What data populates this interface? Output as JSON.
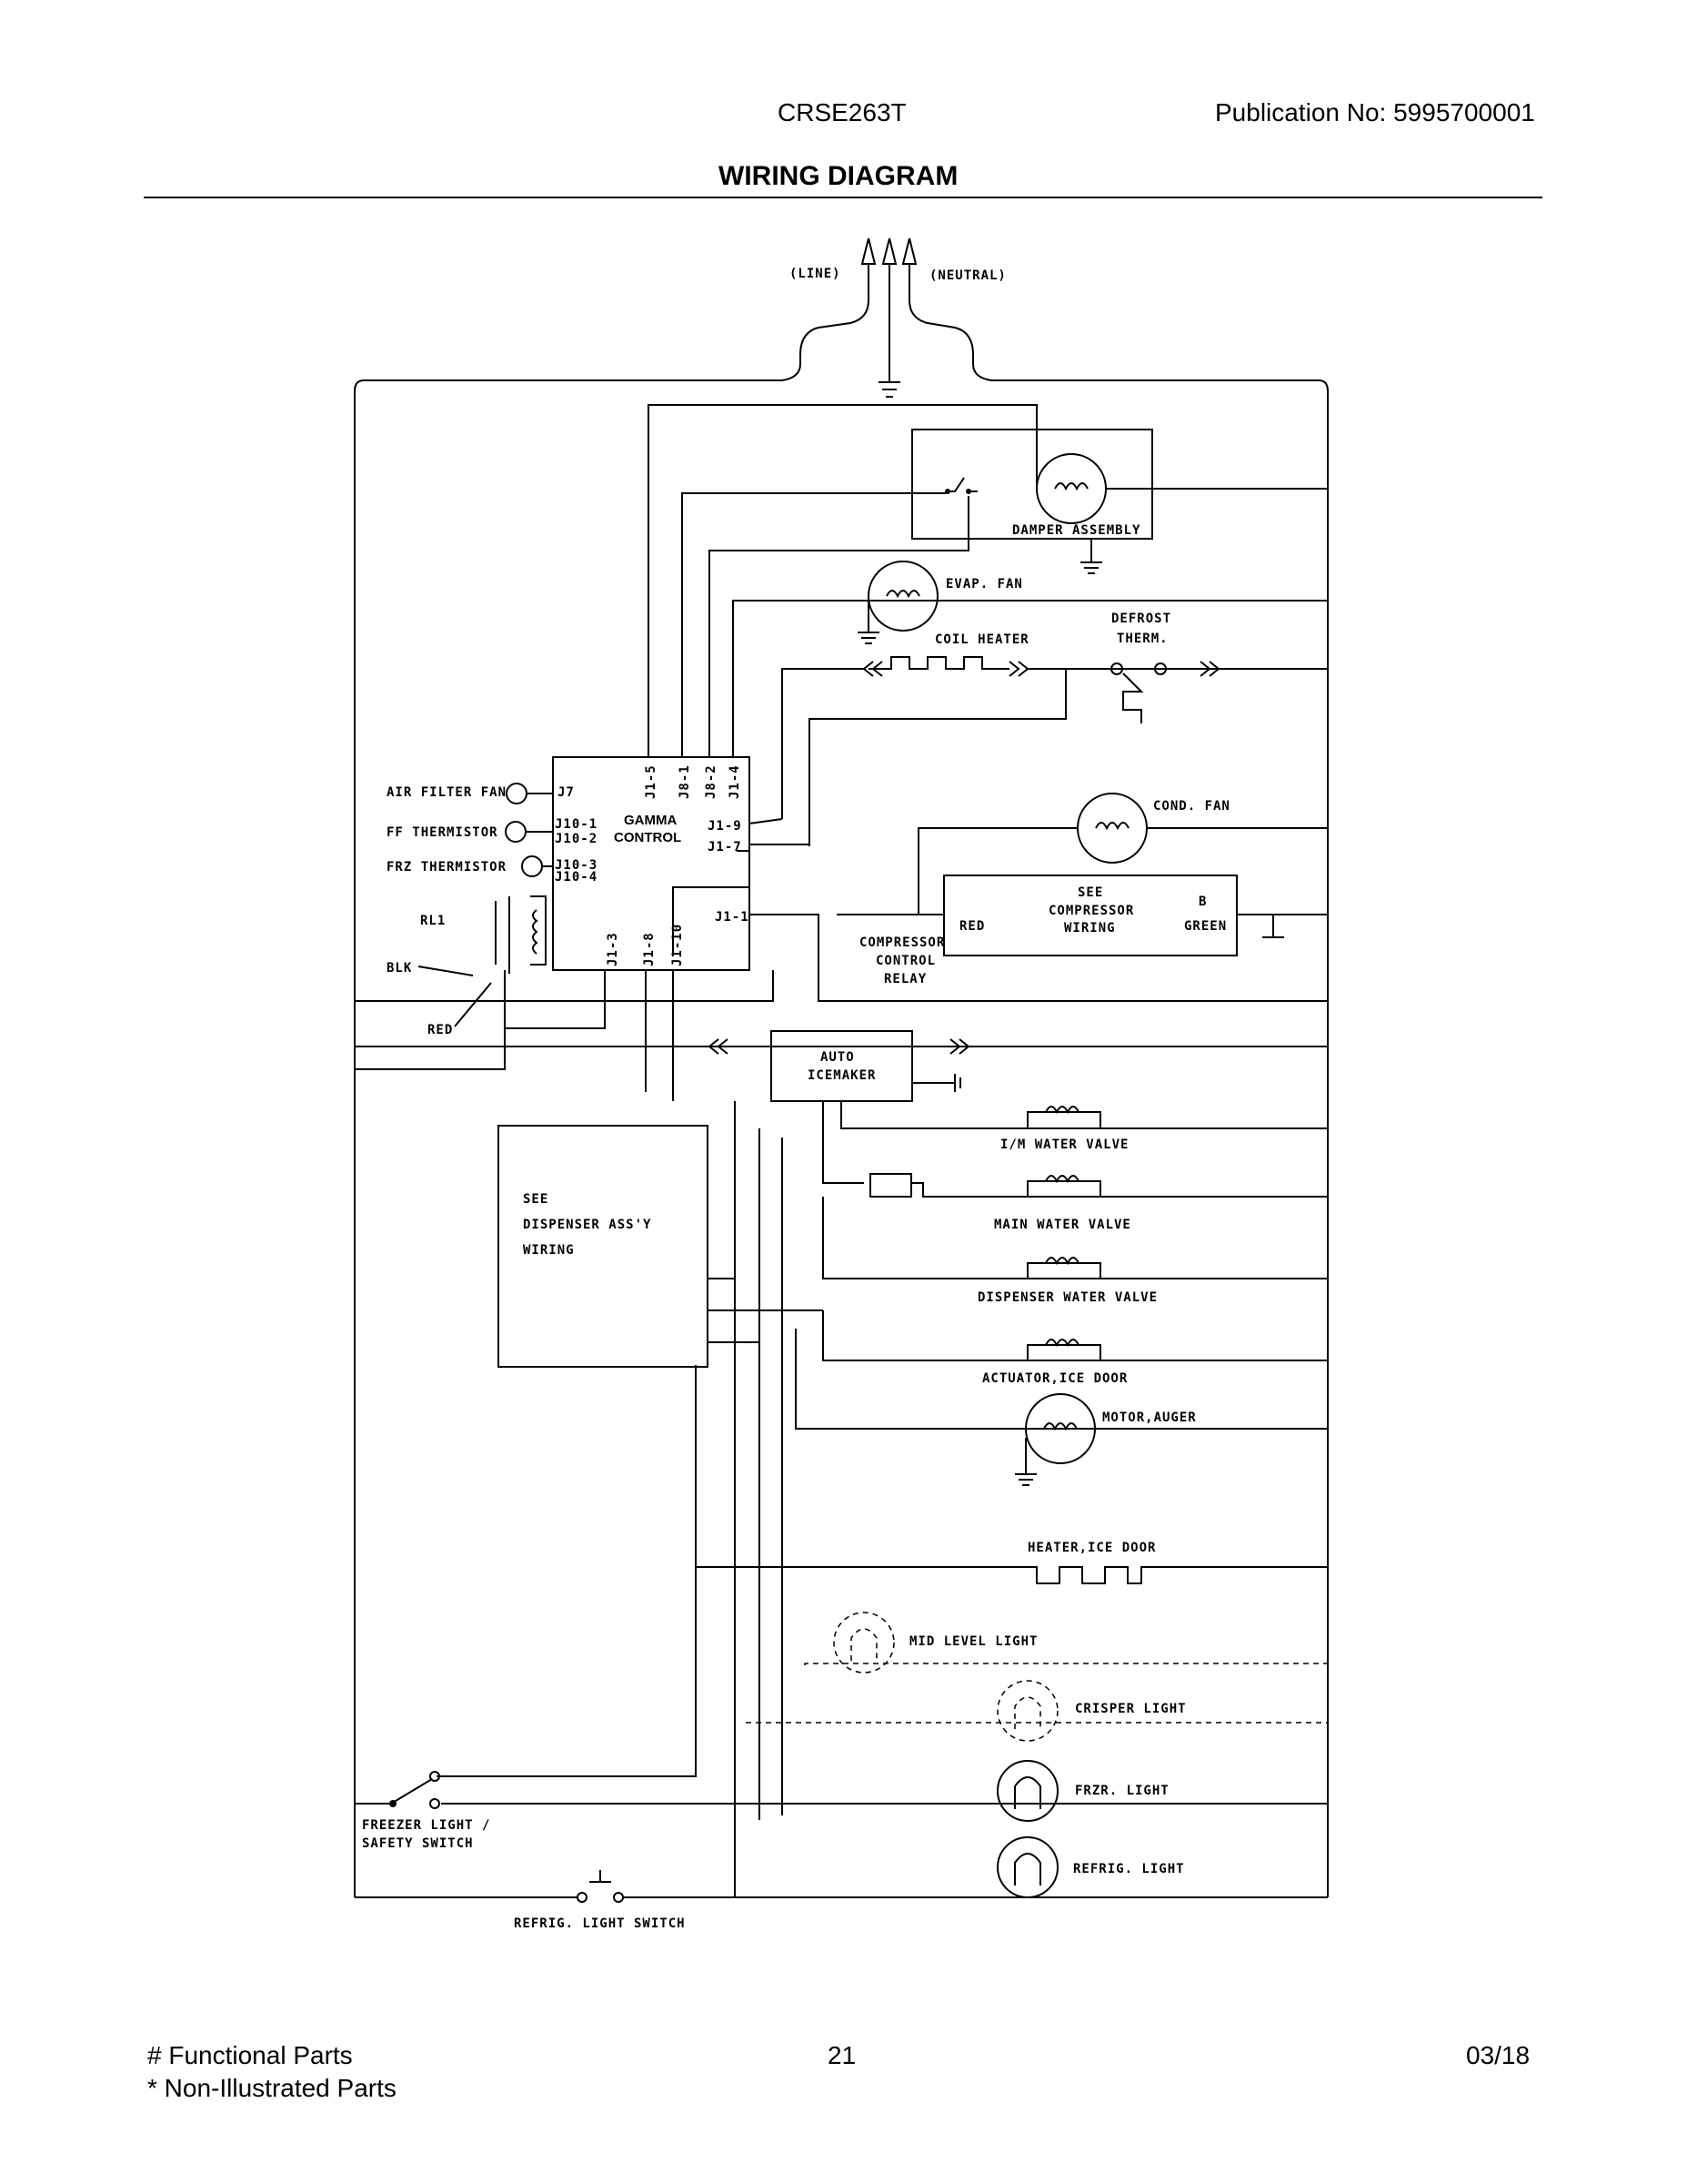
{
  "header": {
    "model": "CRSE263T",
    "publication": "Publication No:  5995700001",
    "title": "WIRING DIAGRAM"
  },
  "labels": {
    "line": "(LINE)",
    "neutral": "(NEUTRAL)",
    "damper": "DAMPER ASSEMBLY",
    "evap_fan": "EVAP. FAN",
    "coil_heater": "COIL HEATER",
    "defrost1": "DEFROST",
    "defrost2": "THERM.",
    "air_filter_fan": "AIR FILTER FAN",
    "ff_thermistor": "FF THERMISTOR",
    "frz_thermistor": "FRZ THERMISTOR",
    "rl1": "RL1",
    "blk": "BLK",
    "red": "RED",
    "j7": "J7",
    "j10_1": "J10-1",
    "j10_2": "J10-2",
    "j10_3": "J10-3",
    "j10_4": "J10-4",
    "gamma1": "GAMMA",
    "gamma2": "CONTROL",
    "j1_9": "J1-9",
    "j1_7": "J1-7",
    "j1_1": "J1-1",
    "j1_5": "J1-5",
    "j8_1": "J8-1",
    "j8_2": "J8-2",
    "j1_4": "J1-4",
    "j1_3": "J1-3",
    "j1_8": "J1-8",
    "j1_10": "J1-10",
    "cond_fan": "COND. FAN",
    "see1": "SEE",
    "see2": "COMPRESSOR",
    "see3": "WIRING",
    "comp_red": "RED",
    "comp_b": "B",
    "comp_green": "GREEN",
    "ccr1": "COMPRESSOR",
    "ccr2": "CONTROL",
    "ccr3": "RELAY",
    "auto1": "AUTO",
    "auto2": "ICEMAKER",
    "im_valve": "I/M WATER VALVE",
    "main_valve": "MAIN WATER VALVE",
    "disp_valve": "DISPENSER WATER VALVE",
    "actuator": "ACTUATOR,ICE DOOR",
    "motor": "MOTOR,AUGER",
    "disp1": "SEE",
    "disp2": "DISPENSER ASS'Y",
    "disp3": "WIRING",
    "heater": "HEATER,ICE DOOR",
    "mid_light": "MID LEVEL LIGHT",
    "crisper": "CRISPER LIGHT",
    "frzr_light": "FRZR. LIGHT",
    "refrig_light": "REFRIG. LIGHT",
    "fz_switch1": "FREEZER LIGHT /",
    "fz_switch2": "SAFETY SWITCH",
    "refrig_switch": "REFRIG. LIGHT SWITCH"
  },
  "footer": {
    "functional": "# Functional Parts",
    "non_illustrated": "* Non-Illustrated Parts",
    "page": "21",
    "date": "03/18"
  }
}
